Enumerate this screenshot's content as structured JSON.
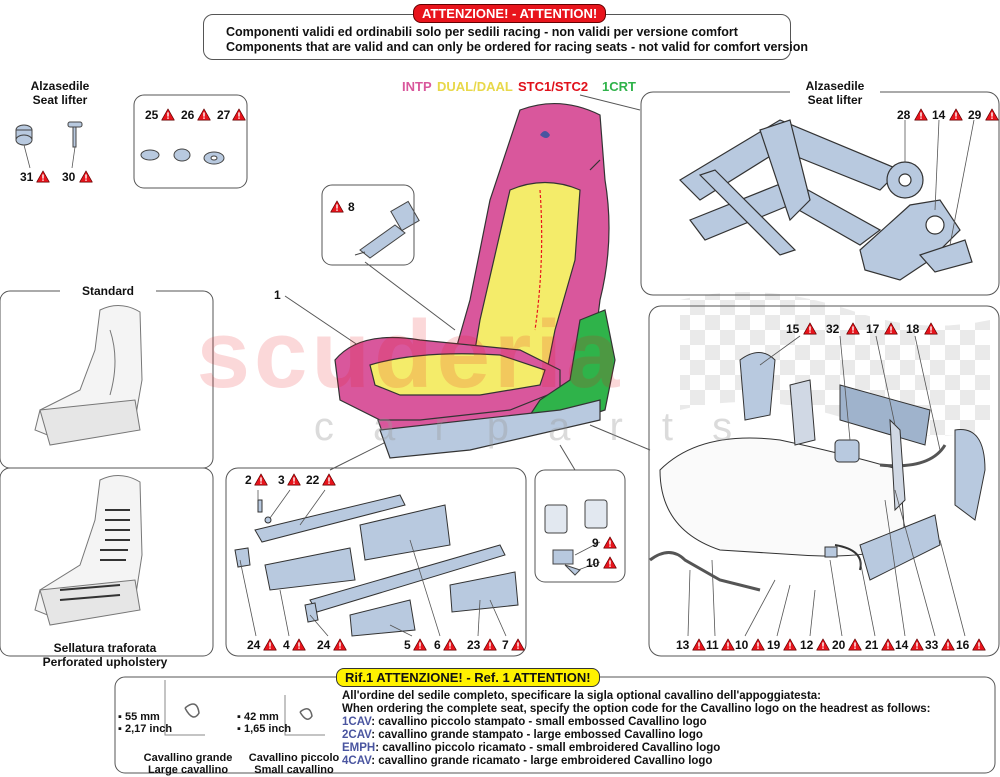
{
  "top_notice": {
    "title": "ATTENZIONE! - ATTENTION!",
    "line_it": "Componenti validi ed ordinabili solo per sedili  racing - non validi per versione  comfort",
    "line_en": "Components that are valid and can only be ordered for racing  seats - not valid for comfort version"
  },
  "seat_lifter_left": {
    "title_it": "Alzasedile",
    "title_en": "Seat lifter",
    "parts": [
      "31",
      "30"
    ]
  },
  "washers": {
    "parts": [
      "25",
      "26",
      "27"
    ]
  },
  "connector_part": "8",
  "seat_versions": {
    "intp": "INTP",
    "dual": "DUAL/DAAL",
    "stc": "STC1/STC2",
    "crt": "1CRT",
    "main_part": "1"
  },
  "standard_label": "Standard",
  "perforated": {
    "it": "Sellatura traforata",
    "en": "Perforated upholstery"
  },
  "seat_lifter_right": {
    "title_it": "Alzasedile",
    "title_en": "Seat lifter",
    "parts": [
      "28",
      "14",
      "29"
    ]
  },
  "rails_parts": {
    "top": [
      "2",
      "3",
      "22"
    ],
    "bottom": [
      "24",
      "4",
      "24",
      "5",
      "6",
      "23",
      "7"
    ]
  },
  "clip_parts": [
    "9",
    "10"
  ],
  "mech_parts": {
    "top": [
      "15",
      "32",
      "17",
      "18"
    ],
    "bottom": [
      "13",
      "11",
      "10",
      "19",
      "12",
      "20",
      "21",
      "14",
      "33",
      "16"
    ]
  },
  "watermark": {
    "main": "scuderia",
    "sub": "c a r p a r t s"
  },
  "ref_notice": {
    "title": "Rif.1 ATTENZIONE! - Ref. 1 ATTENTION!",
    "line1": "All'ordine del sedile completo, specificare la sigla optional cavallino dell'appoggiatesta:",
    "line2": "When ordering the complete seat, specify the option code for the Cavallino logo on the headrest as follows:",
    "codes": [
      {
        "code": "1CAV",
        "text": ": cavallino piccolo stampato - small embossed Cavallino logo"
      },
      {
        "code": "2CAV",
        "text": ": cavallino grande stampato - large embossed Cavallino logo"
      },
      {
        "code": "EMPH",
        "text": ": cavallino piccolo ricamato - small embroidered Cavallino logo"
      },
      {
        "code": "4CAV",
        "text": ": cavallino grande ricamato - large embroidered Cavallino logo"
      }
    ],
    "large": {
      "mm": "55 mm",
      "inch": "2,17 inch",
      "it": "Cavallino grande",
      "en": "Large cavallino"
    },
    "small": {
      "mm": "42 mm",
      "inch": "1,65 inch",
      "it": "Cavallino piccolo",
      "en": "Small cavallino"
    }
  },
  "colors": {
    "pink": "#d9579c",
    "yellow": "#f4ec6a",
    "green": "#2fb34a",
    "red": "#e8141c",
    "stc_text": "#e0111b",
    "intp_text": "#d9579c",
    "dual_text": "#e8d84a",
    "crt_text": "#2fb34a",
    "code_text": "#4a55a0"
  }
}
